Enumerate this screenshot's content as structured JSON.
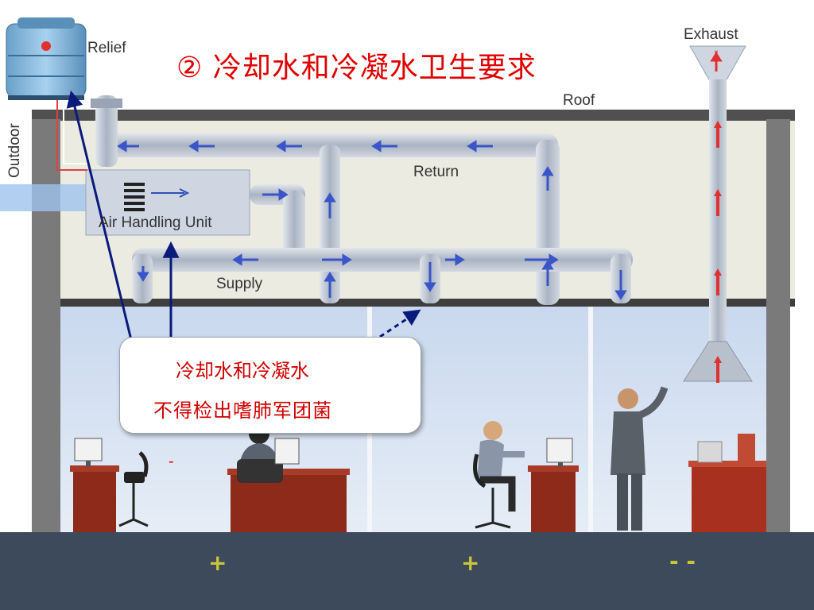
{
  "title": "② 冷却水和冷凝水卫生要求",
  "labels": {
    "relief": "Relief",
    "exhaust": "Exhaust",
    "roof": "Roof",
    "return": "Return",
    "air_handling_unit": "Air Handling Unit",
    "supply": "Supply",
    "outdoor": "Outdoor"
  },
  "callout": {
    "line1": "冷却水和冷凝水",
    "line2": "不得检出嗜肺军团菌"
  },
  "dash_mark": "-",
  "pressure_marks": [
    "+",
    "+",
    "- -"
  ],
  "colors": {
    "title": "#e00000",
    "callout_text": "#d00000",
    "flow_arrow": "#3a55c8",
    "exhaust_arrow": "#e03030",
    "pointer_arrow": "#0a1a7a",
    "mark": "#c8c83a"
  },
  "icons": [
    "cooling-tower-icon",
    "damper-icon",
    "person-icon",
    "desk-icon",
    "chair-icon",
    "monitor-icon",
    "lab-bench-icon"
  ]
}
